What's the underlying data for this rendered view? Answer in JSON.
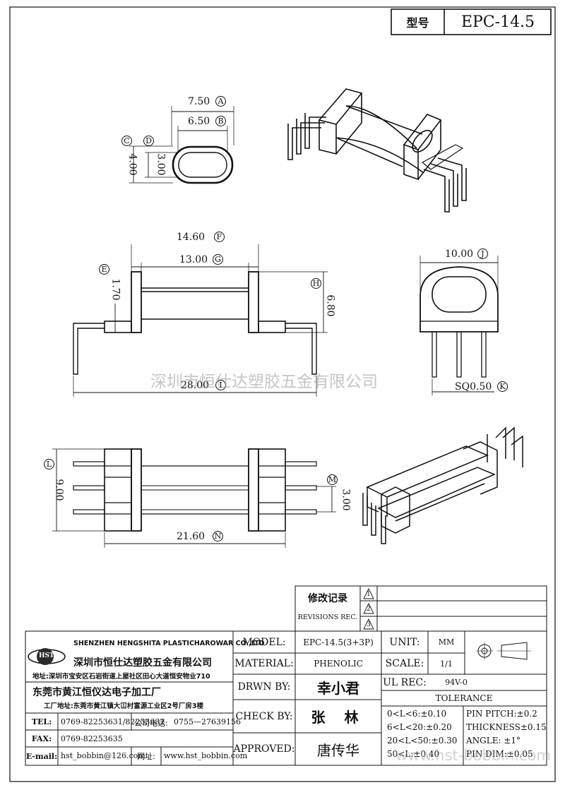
{
  "header": {
    "model_label": "型号",
    "model_value": "EPC-14.5"
  },
  "dimensions": {
    "A": {
      "letter": "A",
      "value": "7.50"
    },
    "B": {
      "letter": "B",
      "value": "6.50"
    },
    "C": {
      "letter": "C",
      "value": "4.00"
    },
    "D": {
      "letter": "D",
      "value": "3.00"
    },
    "E": {
      "letter": "E",
      "value": "1.70"
    },
    "F": {
      "letter": "F",
      "value": "14.60"
    },
    "G": {
      "letter": "G",
      "value": "13.00"
    },
    "H": {
      "letter": "H",
      "value": "6.80"
    },
    "I": {
      "letter": "I",
      "value": "28.00"
    },
    "J": {
      "letter": "J",
      "value": "10.00"
    },
    "K": {
      "letter": "K",
      "value": "SQ0.50"
    },
    "L": {
      "letter": "L",
      "value": "9.00"
    },
    "M": {
      "letter": "M",
      "value": "3.00"
    },
    "N": {
      "letter": "N",
      "value": "21.60"
    }
  },
  "watermark": "深圳市恒仕达塑胶五金有限公司",
  "revisions": {
    "title_cn": "修改记录",
    "title_en": "REVISIONS REC.",
    "marks": [
      "1",
      "2",
      "3"
    ]
  },
  "company": {
    "logo_text": "HST",
    "name_en": "SHENZHEN HENGSHITA PLASTICHAROWAR CO.,LTD",
    "name_cn": "深圳市恒仕达塑胶五金有限公司",
    "address_cn": "地址:深圳市宝安区石岩街道上屋社区田心大道恒安物业710",
    "factory_cn": "东莞市黄江恒仪达电子加工厂",
    "factory_address": "工厂地址:东莞市黄江镇大冚村富源工业区2号厂房3楼",
    "tel_label": "TEL:",
    "tel": "0769-82253631/82253632",
    "phone_label": "公司电话:",
    "phone": "0755—27639156",
    "fax_label": "FAX:",
    "fax": "0769-82253635",
    "email_label": "E-mail:",
    "email": "hst_bobbin@126.com",
    "web_label": "网址:",
    "web": "www.hst_bobbin.com"
  },
  "title_block": {
    "model_label": "MODEL:",
    "model": "EPC-14.5(3+3P)",
    "unit_label": "UNIT:",
    "unit": "MM",
    "material_label": "MATERIAL:",
    "material": "PHENOLIC",
    "scale_label": "SCALE:",
    "scale": "1/1",
    "drawn_label": "DRWN BY:",
    "drawn": "幸小君",
    "ul_label": "UL REC:",
    "ul": "94V-0",
    "tolerance_label": "TOLERANCE",
    "check_label": "CHECK BY:",
    "check": "张 林",
    "approved_label": "APPROVED:",
    "approved": "唐传华",
    "tolerances": [
      "0<L<6:±0.10",
      "6<L<20:±0.20",
      "20<L<50:±0.30",
      "50<L:±0.40"
    ],
    "pin_specs": [
      "PIN PITCH:±0.2",
      "THICKNESS±0.15",
      "ANGLE: ±1°",
      "PIN DIM:±0.05"
    ],
    "watermark_url": "www.hst-bobbin.com"
  }
}
